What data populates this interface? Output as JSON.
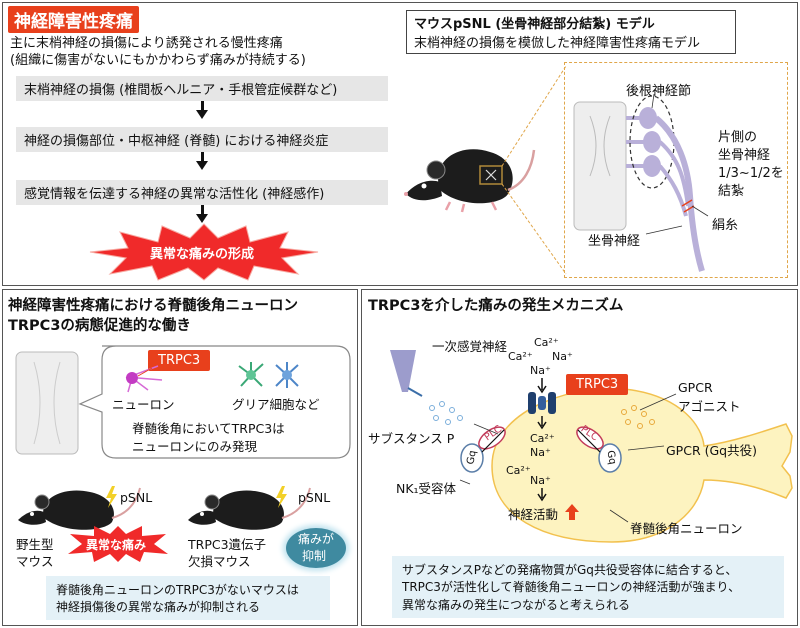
{
  "top": {
    "title": "神経障害性疼痛",
    "desc_line1": "主に末梢神経の損傷により誘発される慢性疼痛",
    "desc_line2": "(組織に傷害がないにもかかわらず痛みが持続する)",
    "steps": [
      "末梢神経の損傷 (椎間板ヘルニア・手根管症候群など)",
      "神経の損傷部位・中枢神経 (脊髄) における神経炎症",
      "感覚情報を伝達する神経の異常な活性化 (神経感作)"
    ],
    "burst_label": "異常な痛みの形成",
    "model_title": "マウスpSNL (坐骨神経部分結紮) モデル",
    "model_desc": "末梢神経の損傷を模倣した神経障害性疼痛モデル",
    "drg_label": "後根神経節",
    "ligation_line1": "片側の",
    "ligation_line2": "坐骨神経",
    "ligation_line3": "1/3~1/2を",
    "ligation_line4": "結紮",
    "suture_label": "絹糸",
    "sciatic_label": "坐骨神経"
  },
  "left": {
    "title_line1": "神経障害性疼痛における脊髄後角ニューロン",
    "title_line2": "TRPC3の病態促進的な働き",
    "trpc3_tag": "TRPC3",
    "neuron_label": "ニューロン",
    "glia_label": "グリア細胞など",
    "bubble_line1": "脊髄後角においてTRPC3は",
    "bubble_line2": "ニューロンにのみ発現",
    "psnl_left": "pSNL",
    "psnl_right": "pSNL",
    "wt_line1": "野生型",
    "wt_line2": "マウス",
    "ko_line1": "TRPC3遺伝子",
    "ko_line2": "欠損マウス",
    "pain_burst": "異常な痛み",
    "suppress_line1": "痛みが",
    "suppress_line2": "抑制",
    "note_line1": "脊髄後角ニューロンのTRPC3がないマウスは",
    "note_line2": "神経損傷後の異常な痛みが抑制される"
  },
  "right": {
    "title": "TRPC3を介した痛みの発生メカニズム",
    "primary_neuron": "一次感覚神経",
    "ion_ca_top": "Ca²⁺",
    "ion_ca_left": "Ca²⁺",
    "ion_na_right": "Na⁺",
    "ion_na_mid": "Na⁺",
    "trpc3_label": "TRPC3",
    "ion_ca_in1": "Ca²⁺",
    "ion_na_in1": "Na⁺",
    "ion_ca_in2": "Ca²⁺",
    "ion_na_in2": "Na⁺",
    "gpcr_agonist_line1": "GPCR",
    "gpcr_agonist_line2": "アゴニスト",
    "substance_p": "サブスタンス P",
    "plc_left": "PLC",
    "plc_right": "PLC",
    "gq_left": "Gq",
    "gq_right": "Gq",
    "gpcr_label": "GPCR (Gq共役)",
    "nk1_label": "NK₁受容体",
    "activity_label": "神経活動",
    "dorsal_horn_neuron": "脊髄後角ニューロン",
    "note_line1": "サブスタンスPなどの発痛物質がGq共役受容体に結合すると、",
    "note_line2": "TRPC3が活性化して脊髄後角ニューロンの神経活動が強まり、",
    "note_line3": "異常な痛みの発生につながると考えられる"
  },
  "colors": {
    "red": "#e8401c",
    "burst": "#f02a2a",
    "neuron_fill": "#fdf3c0",
    "neuron_stroke": "#f2c14e",
    "nerve": "#b9b0d9",
    "note_bg": "#e4f1f7"
  }
}
